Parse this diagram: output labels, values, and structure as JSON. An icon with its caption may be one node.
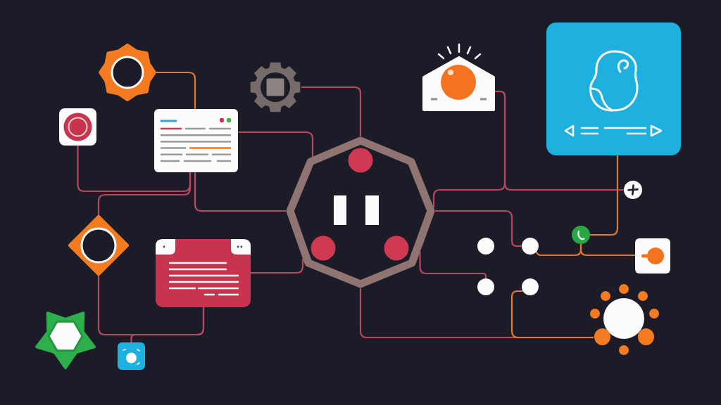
{
  "diagram": {
    "nodes": [
      {
        "text": [],
        "shape": "star"
      },
      {
        "text": [],
        "shape": "gear"
      },
      {
        "text": [],
        "shape": "box"
      },
      {
        "text": [],
        "shape": "box"
      },
      {
        "text": [],
        "shape": "pentagon"
      },
      {
        "text": [],
        "shape": "box"
      },
      {
        "text": [],
        "shape": "octagon"
      },
      {
        "text": [],
        "shape": "diamond"
      },
      {
        "text": [],
        "shape": "box"
      },
      {
        "text": [],
        "shape": "star"
      },
      {
        "text": [],
        "shape": "box"
      },
      {
        "text": [],
        "shape": "circle"
      },
      {
        "text": [],
        "shape": "circle"
      },
      {
        "text": [],
        "shape": "circle"
      },
      {
        "text": [],
        "shape": "circle"
      },
      {
        "text": [],
        "shape": "circle"
      },
      {
        "text": [],
        "shape": "circle"
      },
      {
        "text": [],
        "shape": "box"
      },
      {
        "text": [],
        "shape": "sun"
      }
    ],
    "edges": [
      {
        "from": 0,
        "to": 3,
        "arrow": "none",
        "color": "#e8792b"
      },
      {
        "from": 2,
        "to": 3,
        "arrow": "none"
      },
      {
        "from": 7,
        "to": 3,
        "arrow": "none"
      },
      {
        "from": 3,
        "to": 6,
        "arrow": "none"
      },
      {
        "from": 3,
        "to": 6,
        "arrow": "none"
      },
      {
        "from": 1,
        "to": 6,
        "arrow": "none"
      },
      {
        "from": 8,
        "to": 6,
        "arrow": "none"
      },
      {
        "from": 7,
        "to": 8,
        "arrow": "none"
      },
      {
        "from": 10,
        "to": 8,
        "arrow": "none"
      },
      {
        "from": 4,
        "to": 6,
        "arrow": "none"
      },
      {
        "from": 4,
        "to": 15,
        "arrow": "none"
      },
      {
        "from": 5,
        "to": 16,
        "arrow": "none",
        "color": "#e8792b"
      },
      {
        "from": 16,
        "to": 12,
        "arrow": "none",
        "color": "#e8792b"
      },
      {
        "from": 16,
        "to": 17,
        "arrow": "none",
        "color": "#e8792b"
      },
      {
        "from": 6,
        "to": 12,
        "arrow": "none"
      },
      {
        "from": 6,
        "to": 13,
        "arrow": "none"
      },
      {
        "from": 6,
        "to": 18,
        "arrow": "none"
      },
      {
        "from": 14,
        "to": 18,
        "arrow": "none",
        "color": "#e8792b"
      }
    ]
  }
}
